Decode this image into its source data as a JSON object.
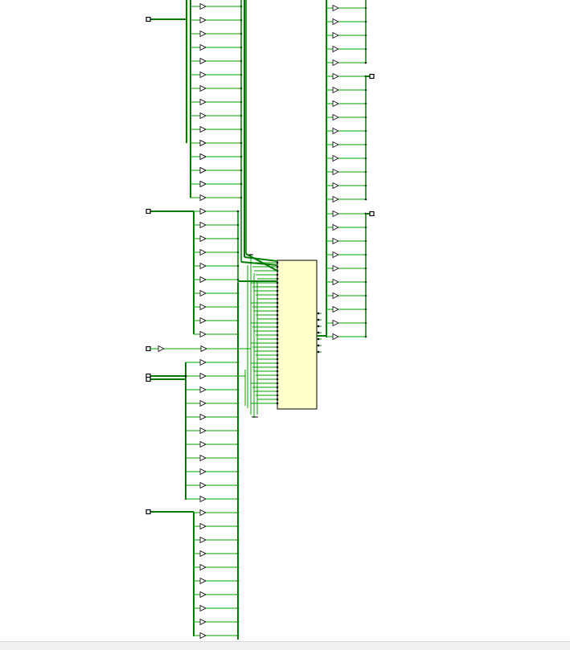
{
  "colors": {
    "background": "#ffffff",
    "wire": "#00a000",
    "bus": "#007a00",
    "connector": "#000000",
    "block_fill": "#ffffcc",
    "block_stroke": "#000000",
    "status_strip": "#f0f0f0"
  },
  "icons": {
    "input_port": "input-port-icon",
    "output_port": "output-port-icon",
    "buffer": "buffer-triangle-icon",
    "module": "module-block-icon"
  },
  "groups": {
    "left_top": {
      "buffers": 15
    },
    "left_upper_mid": {
      "buffers": 10
    },
    "left_single": {
      "buffers": 1
    },
    "left_lower_mid": {
      "buffers": 10
    },
    "left_bottom": {
      "buffers": 10
    },
    "right_upper": {
      "buffers": 5
    },
    "right_mid": {
      "buffers": 10
    },
    "right_lower": {
      "buffers": 10
    }
  }
}
